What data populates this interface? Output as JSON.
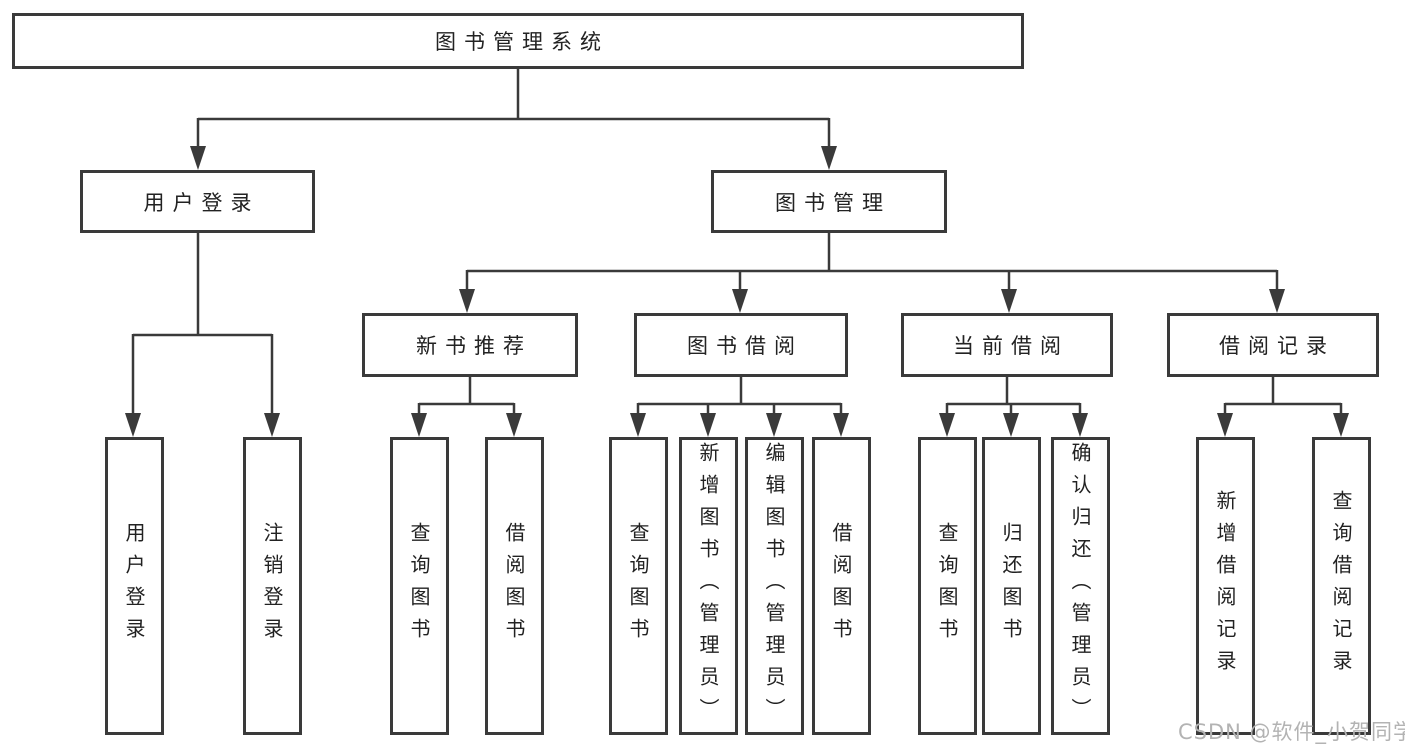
{
  "diagram": {
    "root": {
      "label": "图书管理系统"
    },
    "branches": [
      {
        "label": "用户登录",
        "children": [
          {
            "label": "用户登录"
          },
          {
            "label": "注销登录"
          }
        ]
      },
      {
        "label": "图书管理",
        "children": [
          {
            "label": "新书推荐",
            "children": [
              {
                "label": "查询图书"
              },
              {
                "label": "借阅图书"
              }
            ]
          },
          {
            "label": "图书借阅",
            "children": [
              {
                "label": "查询图书"
              },
              {
                "label": "新增图书（管理员）"
              },
              {
                "label": "编辑图书（管理员）"
              },
              {
                "label": "借阅图书"
              }
            ]
          },
          {
            "label": "当前借阅",
            "children": [
              {
                "label": "查询图书"
              },
              {
                "label": "归还图书"
              },
              {
                "label": "确认归还（管理员）"
              }
            ]
          },
          {
            "label": "借阅记录",
            "children": [
              {
                "label": "新增借阅记录"
              },
              {
                "label": "查询借阅记录"
              }
            ]
          }
        ]
      }
    ]
  },
  "watermark": {
    "text": "CSDN @软件_小贺同学"
  },
  "colors": {
    "line": "#3a3a3a",
    "text": "#222222",
    "box_background": "#ffffff",
    "watermark": "#b3b3b3"
  }
}
